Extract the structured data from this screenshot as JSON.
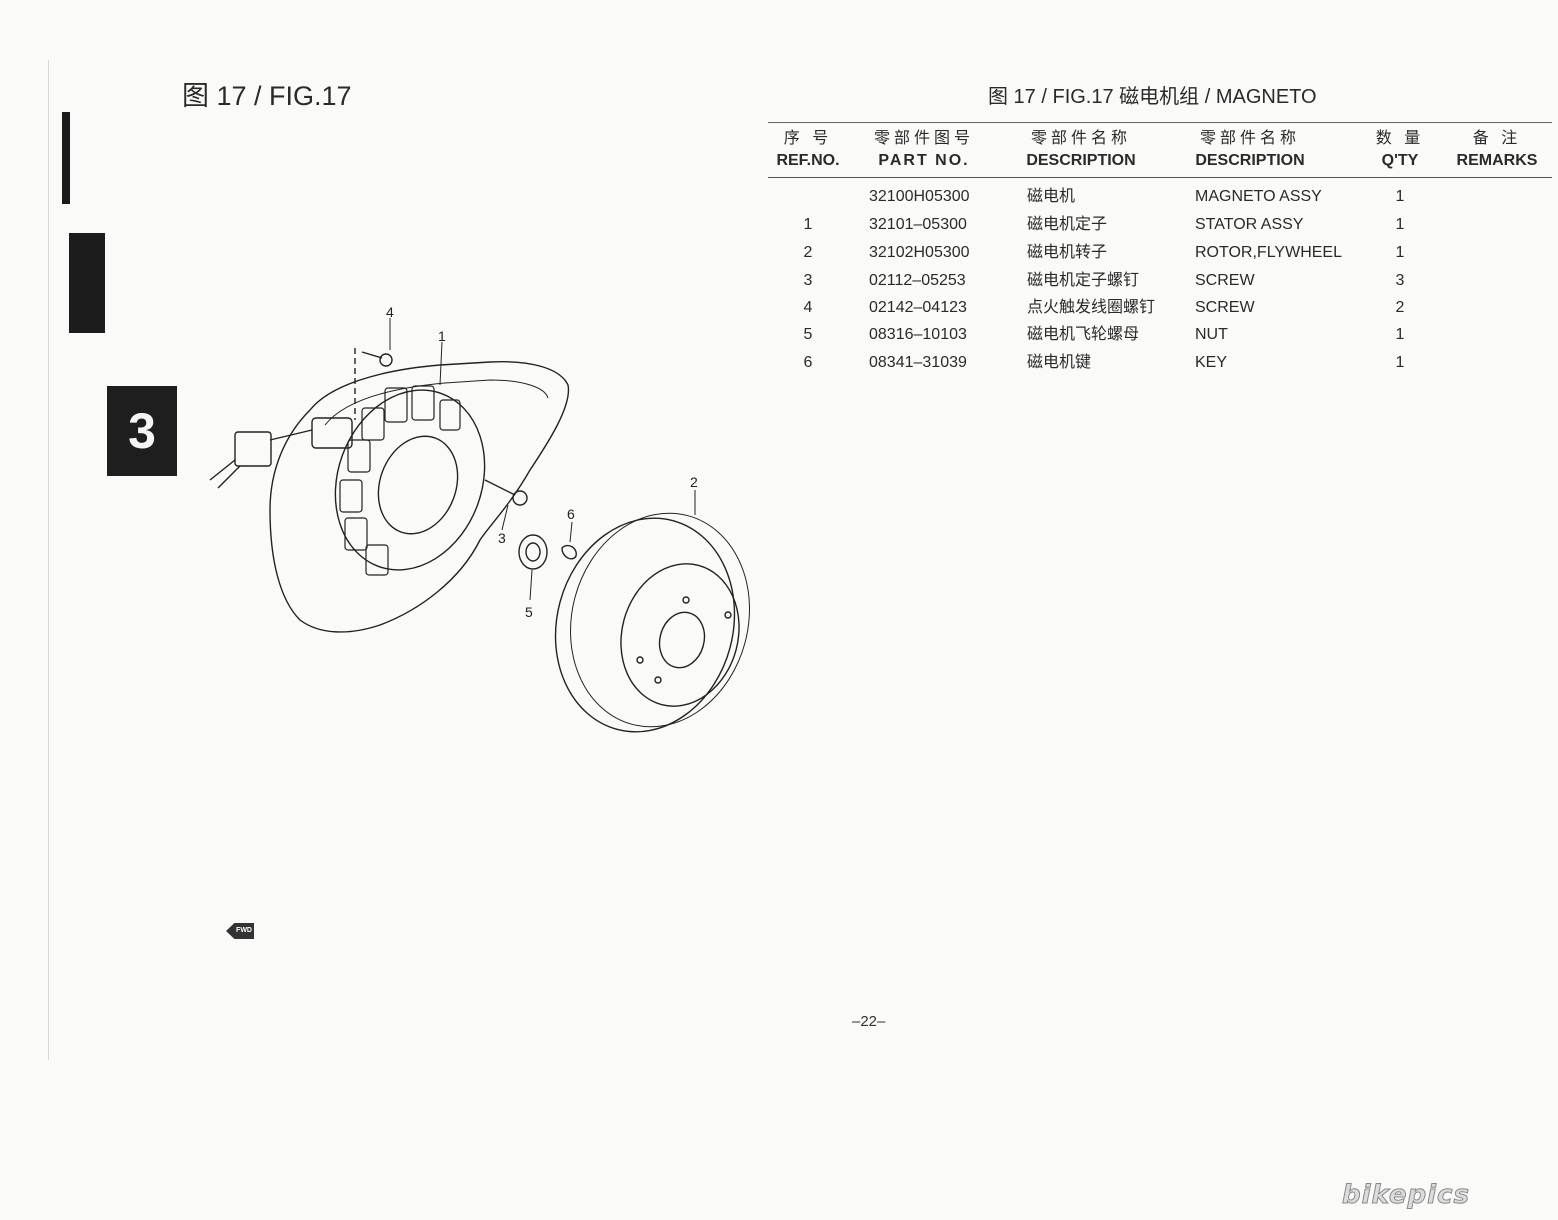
{
  "section": {
    "tab_number": "3"
  },
  "figure": {
    "left_title": "图 17 / FIG.17",
    "right_title": "图 17 / FIG.17   磁电机组 / MAGNETO"
  },
  "table": {
    "headers": {
      "ref": {
        "cn": "序 号",
        "en": "REF.NO."
      },
      "part": {
        "cn": "零部件图号",
        "en": "PART NO."
      },
      "desc_cn": {
        "cn": "零部件名称",
        "en": "DESCRIPTION"
      },
      "desc_en": {
        "cn": "零部件名称",
        "en": "DESCRIPTION"
      },
      "qty": {
        "cn": "数 量",
        "en": "Q'TY"
      },
      "remarks": {
        "cn": "备 注",
        "en": "REMARKS"
      }
    },
    "rows": [
      {
        "ref": "",
        "part": "32100H05300",
        "desc_cn": "磁电机",
        "desc_en": "MAGNETO ASSY",
        "qty": "1"
      },
      {
        "ref": "1",
        "part": "32101–05300",
        "desc_cn": "磁电机定子",
        "desc_en": "STATOR ASSY",
        "qty": "1"
      },
      {
        "ref": "2",
        "part": "32102H05300",
        "desc_cn": "磁电机转子",
        "desc_en": "ROTOR,FLYWHEEL",
        "qty": "1"
      },
      {
        "ref": "3",
        "part": "02112–05253",
        "desc_cn": "磁电机定子螺钉",
        "desc_en": "SCREW",
        "qty": "3"
      },
      {
        "ref": "4",
        "part": "02142–04123",
        "desc_cn": "点火触发线圈螺钉",
        "desc_en": "SCREW",
        "qty": "2"
      },
      {
        "ref": "5",
        "part": "08316–10103",
        "desc_cn": "磁电机飞轮螺母",
        "desc_en": "NUT",
        "qty": "1"
      },
      {
        "ref": "6",
        "part": "08341–31039",
        "desc_cn": "磁电机键",
        "desc_en": "KEY",
        "qty": "1"
      }
    ]
  },
  "diagram": {
    "callouts": [
      "4",
      "1",
      "2",
      "3",
      "6",
      "5"
    ],
    "fwd_label": "FWD"
  },
  "page_number": "–22–",
  "watermark": "bikepics"
}
